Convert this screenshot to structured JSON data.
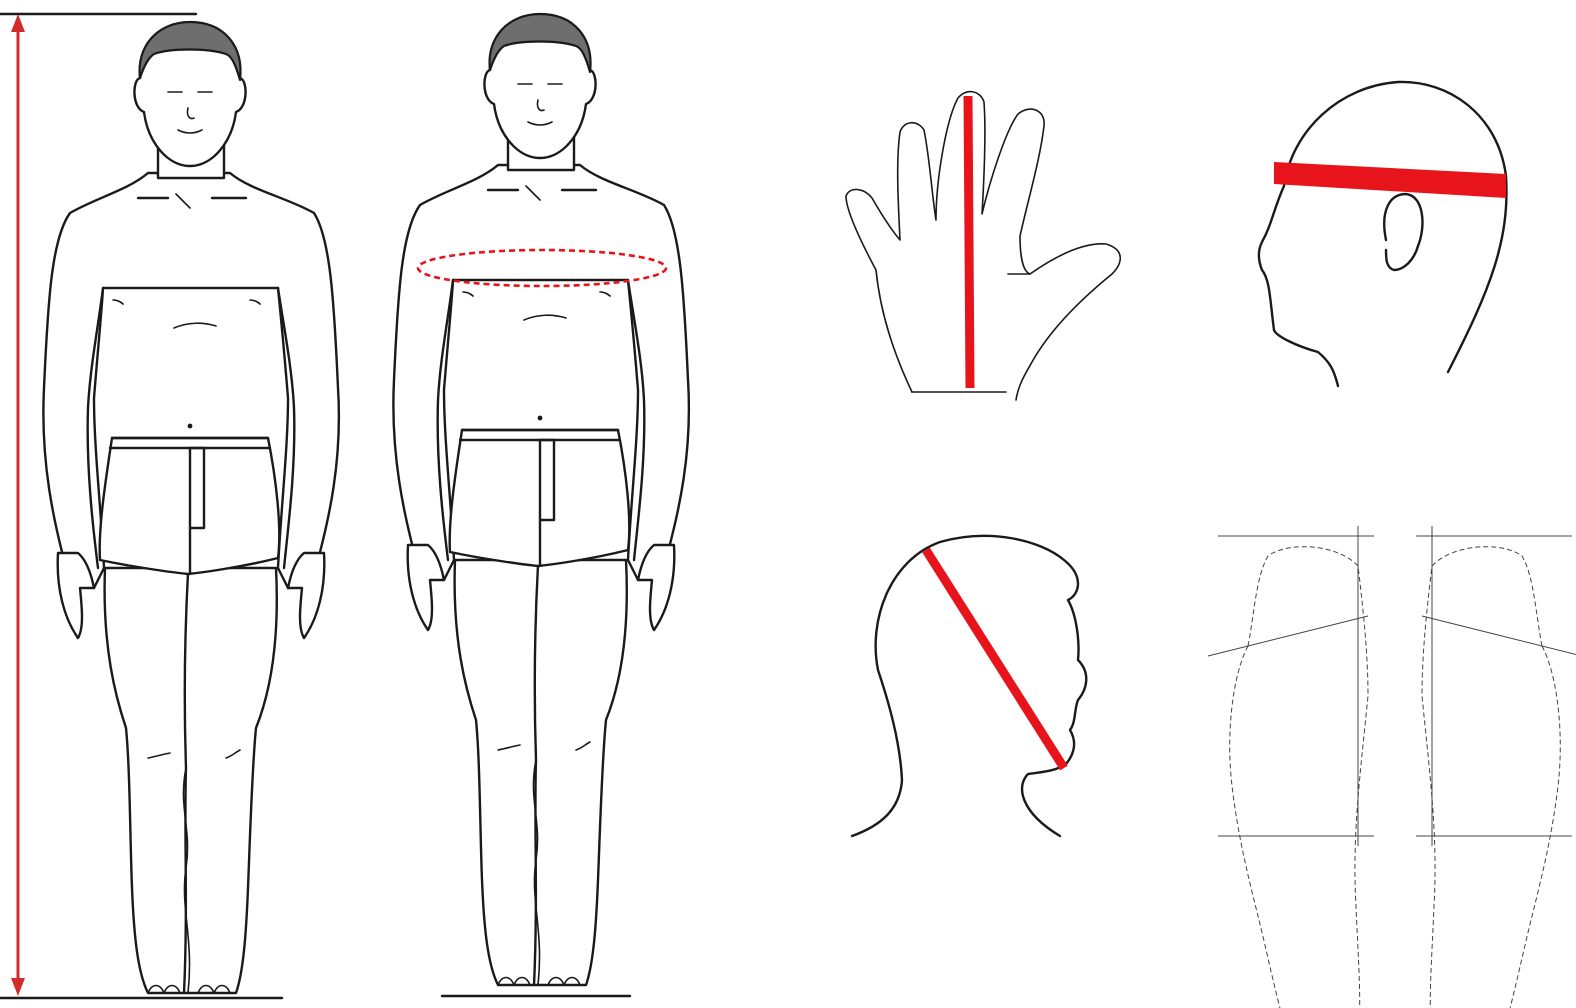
{
  "colors": {
    "measure": "#e8141b",
    "height_arrow": "#d22b2b",
    "ink": "#1a1a1a",
    "hair": "#6e6e6e",
    "background": "#ffffff"
  },
  "panels": [
    {
      "id": "full-height",
      "measure": "height-arrow"
    },
    {
      "id": "chest-girth",
      "measure": "dashed-ellipse"
    },
    {
      "id": "hand-length",
      "measure": "vertical-bar"
    },
    {
      "id": "head-circumference",
      "measure": "horizontal-band"
    },
    {
      "id": "head-diagonal",
      "measure": "diagonal-bar"
    },
    {
      "id": "foot-outline",
      "measure": "axis-lines"
    }
  ]
}
